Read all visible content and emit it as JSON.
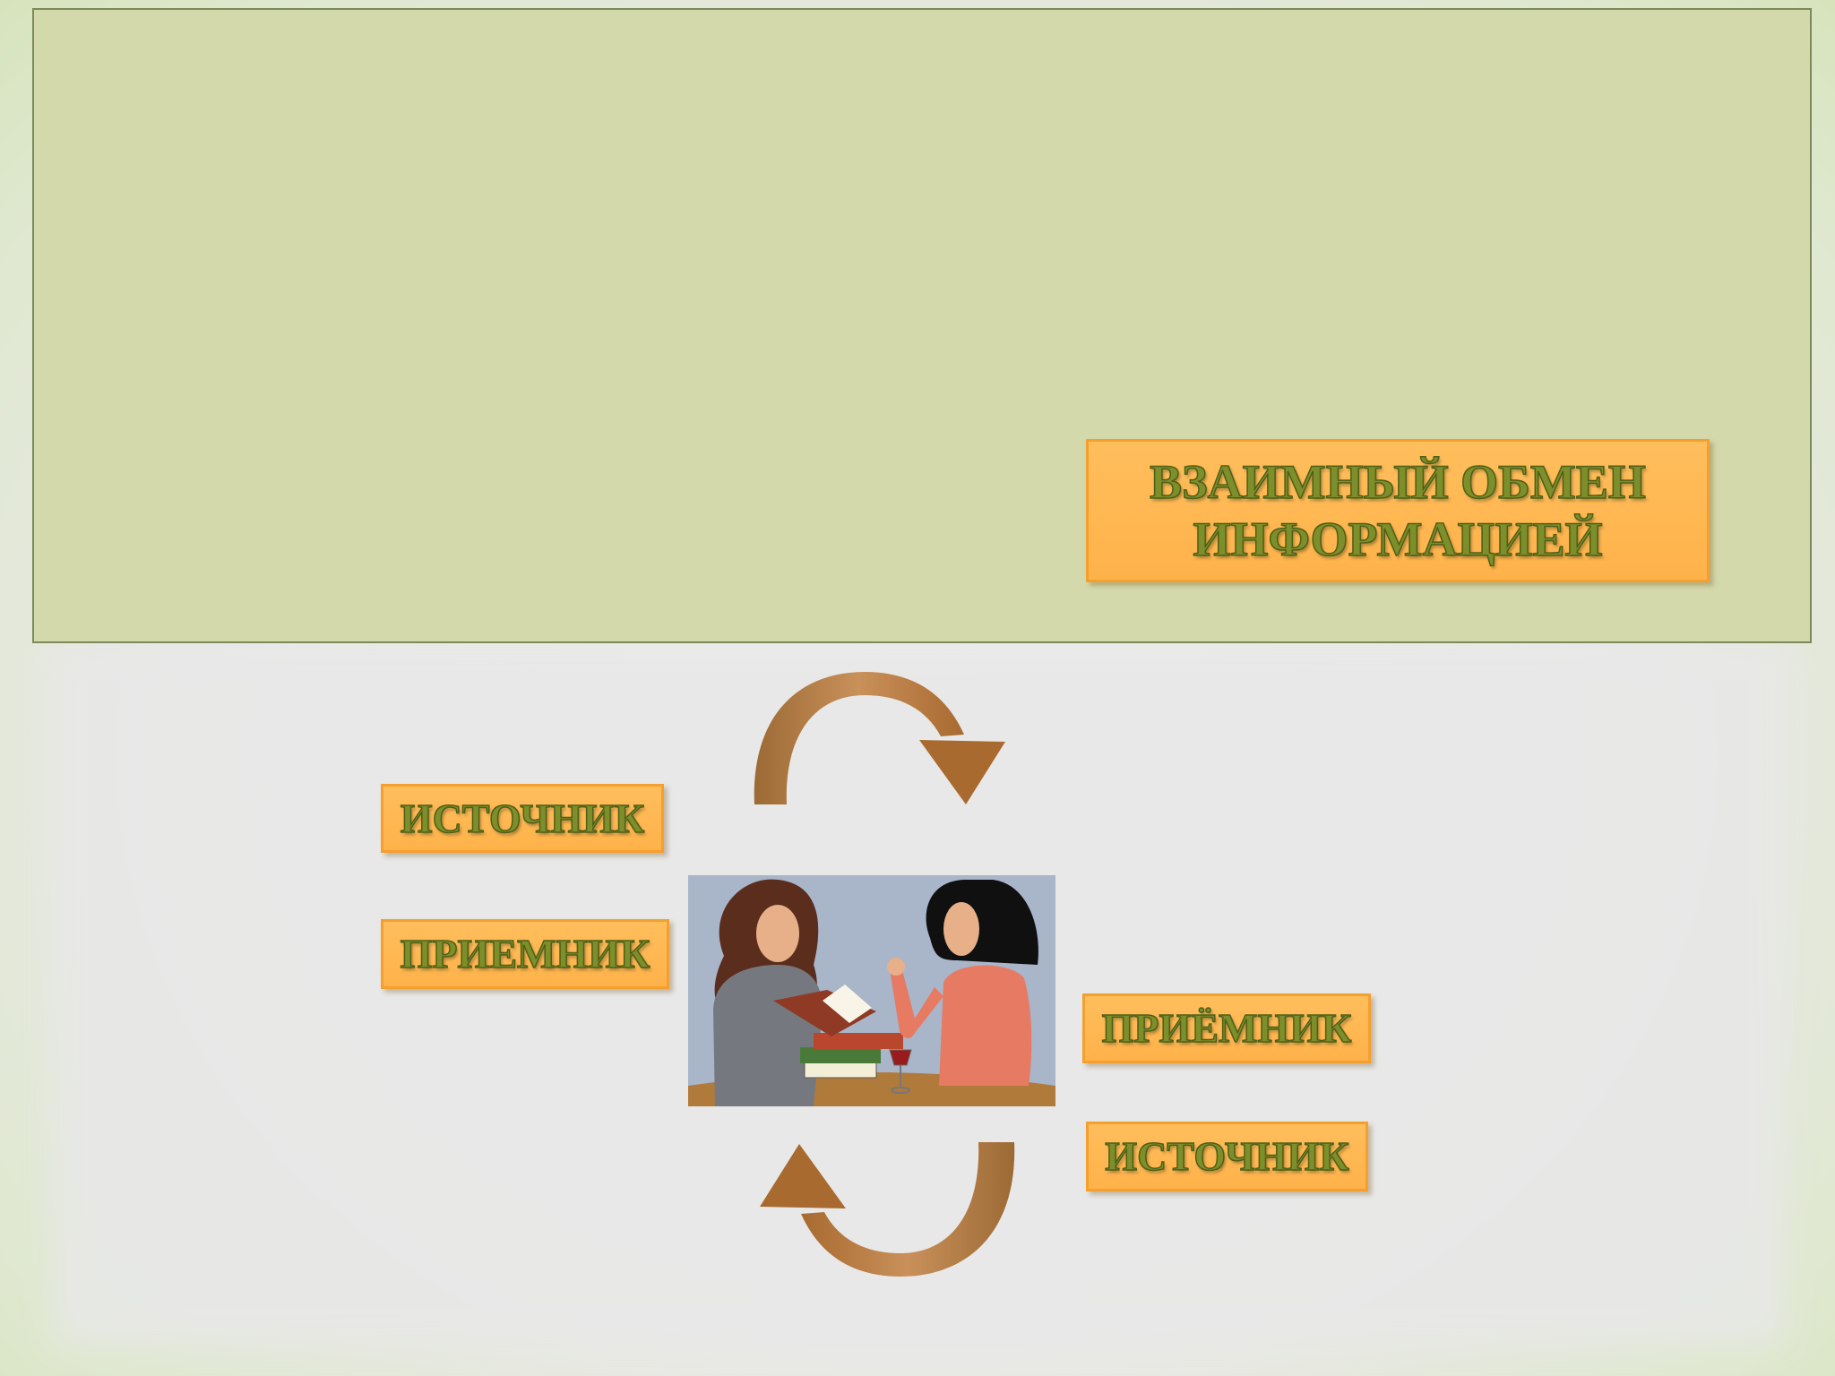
{
  "title": "ВЗАИМНЫЙ ОБМЕН ИНФОРМАЦИЕЙ",
  "labels": {
    "source_left": "ИСТОЧНИК",
    "receiver_left": "ПРИЕМНИК",
    "receiver_right": "ПРИЁМНИК",
    "source_right": "ИСТОЧНИК"
  },
  "colors": {
    "title_panel": "#d4d9ac",
    "label_fill": "#ffb24a",
    "label_border": "#f59f2d",
    "label_text": "#7d8f2a",
    "arrow": "#a86a2f"
  },
  "icons": {
    "top_arrow": "curved-arrow-right-icon",
    "bottom_arrow": "curved-arrow-left-icon",
    "illustration": "two-women-talking-books"
  }
}
